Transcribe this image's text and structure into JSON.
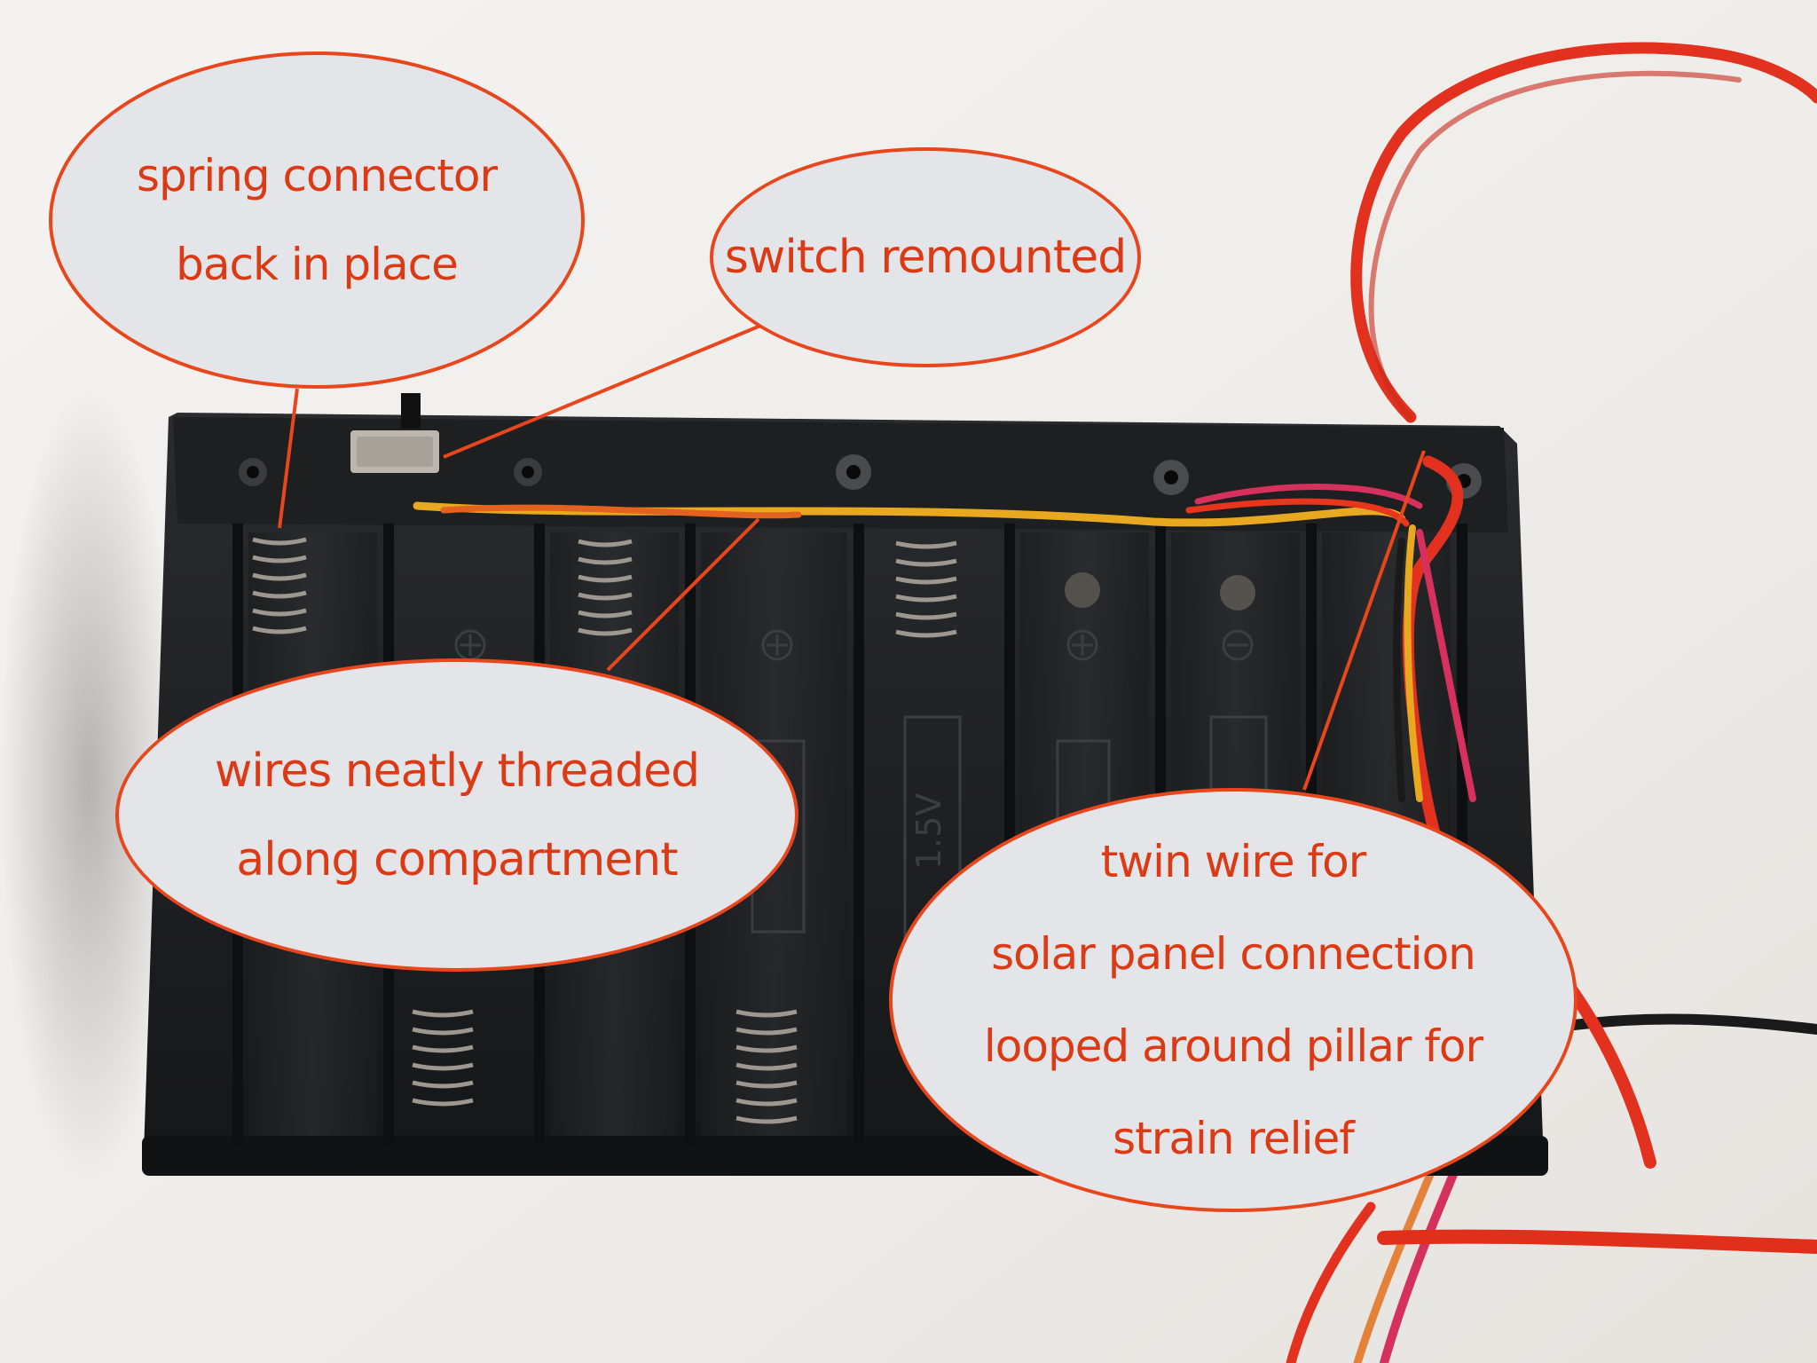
{
  "palette": {
    "accent": "#e8461c",
    "label_text": "#dc3a14",
    "bubble_fill": "#e4e5e9",
    "background": "#f1efec",
    "holder_plastic": "#1d1e20"
  },
  "callouts": {
    "spring_connector": {
      "lines": [
        "spring connector",
        "back in place"
      ]
    },
    "switch": {
      "lines": [
        "switch remounted"
      ]
    },
    "wires": {
      "lines": [
        "wires neatly threaded",
        "along compartment"
      ]
    },
    "twin_wire": {
      "lines": [
        "twin wire for",
        "solar panel connection",
        "looped around pillar for",
        "strain relief"
      ]
    }
  },
  "holder_markings": {
    "voltage": "1.5V"
  }
}
